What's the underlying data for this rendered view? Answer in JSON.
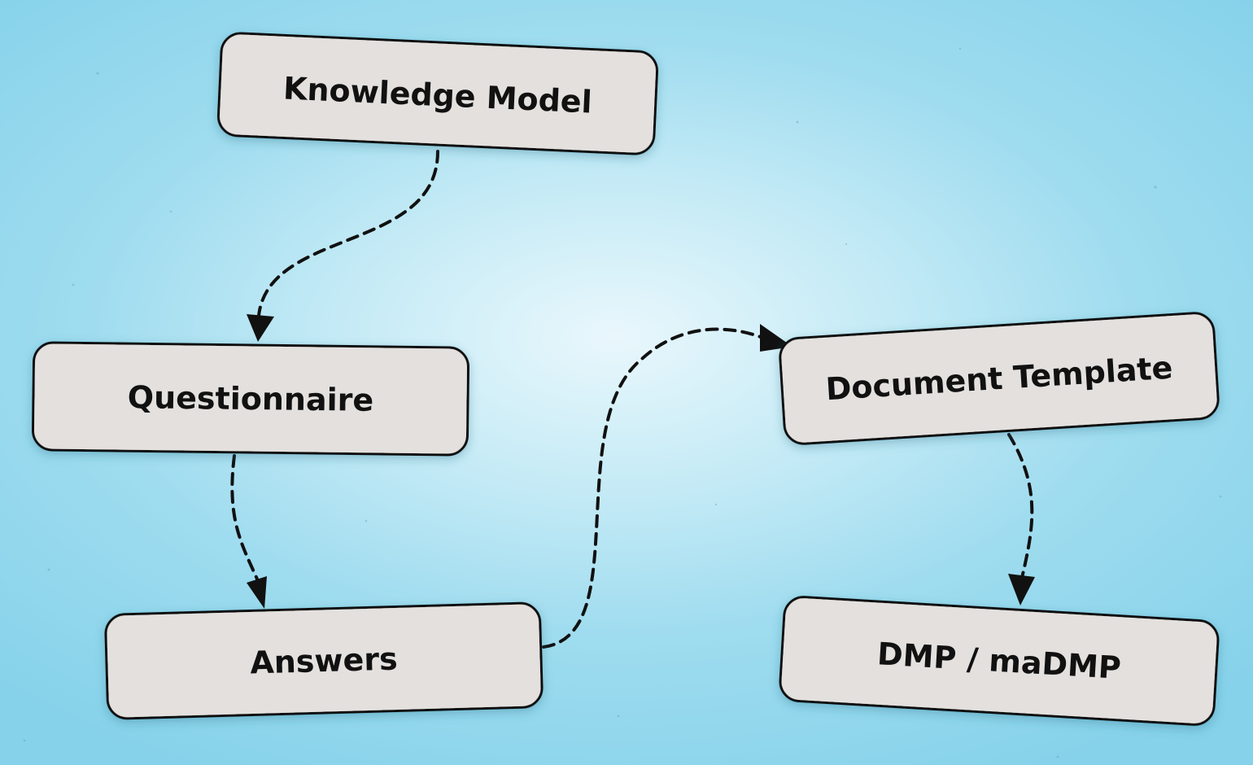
{
  "nodes": {
    "knowledge_model": "Knowledge Model",
    "questionnaire": "Questionnaire",
    "answers": "Answers",
    "document_template": "Document Template",
    "dmp": "DMP / maDMP"
  }
}
